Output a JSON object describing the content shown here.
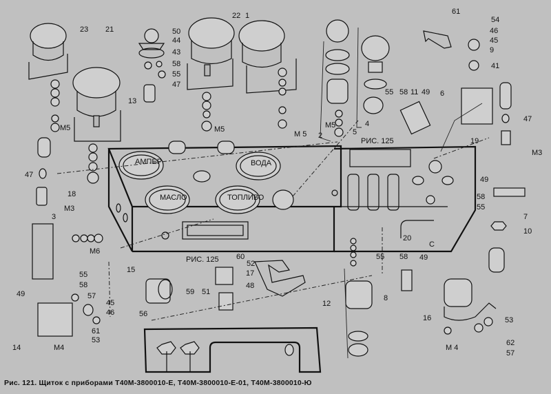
{
  "figure": {
    "caption": "Рис. 121. Щиток с приборами Т40М-3800010-Е, Т40М-3800010-Е-01, Т40М-3800010-Ю",
    "background_color": "#c0c0c0",
    "line_color": "#111111"
  },
  "gauges": {
    "ammeter_face": "АМПЕР",
    "oil_pressure_face": "МАСЛО",
    "water_temp_face": "ВОДА",
    "fuel_face": "ТОПЛИВО"
  },
  "callouts": {
    "c1": "1",
    "c2": "2",
    "c3": "3",
    "c4": "4",
    "c5": "5",
    "c6": "6",
    "c7": "7",
    "c8": "8",
    "c9": "9",
    "c10": "10",
    "c11": "11",
    "c12": "12",
    "c13": "13",
    "c14": "14",
    "c15": "15",
    "c16": "16",
    "c17": "17",
    "c18": "18",
    "c19": "19",
    "c20": "20",
    "c21": "21",
    "c22": "22",
    "c23": "23",
    "c41": "41",
    "c43": "43",
    "c44": "44",
    "c45a": "45",
    "c45b": "45",
    "c46a": "46",
    "c46b": "46",
    "c47a": "47",
    "c47b": "47",
    "c47c": "47",
    "c48": "48",
    "c49a": "49",
    "c49b": "49",
    "c49c": "49",
    "c49d": "49",
    "c50": "50",
    "c51": "51",
    "c52": "52",
    "c53a": "53",
    "c53b": "53",
    "c54": "54",
    "c55a": "55",
    "c55b": "55",
    "c55c": "55",
    "c55d": "55",
    "c55e": "55",
    "c56": "56",
    "c57a": "57",
    "c57b": "57",
    "c58a": "58",
    "c58b": "58",
    "c58c": "58",
    "c58d": "58",
    "c58e": "58",
    "c59": "59",
    "c60": "60",
    "c61a": "61",
    "c61b": "61",
    "c62": "62",
    "m5a": "М5",
    "m5b": "М5",
    "m5c": "М 5",
    "m5d": "М5",
    "m3a": "М3",
    "m3b": "М3",
    "m6": "М6",
    "m4a": "М4",
    "m4b": "М 4",
    "ris125a": "РИС. 125",
    "ris125b": "РИС. 125",
    "c_mark": "С"
  }
}
